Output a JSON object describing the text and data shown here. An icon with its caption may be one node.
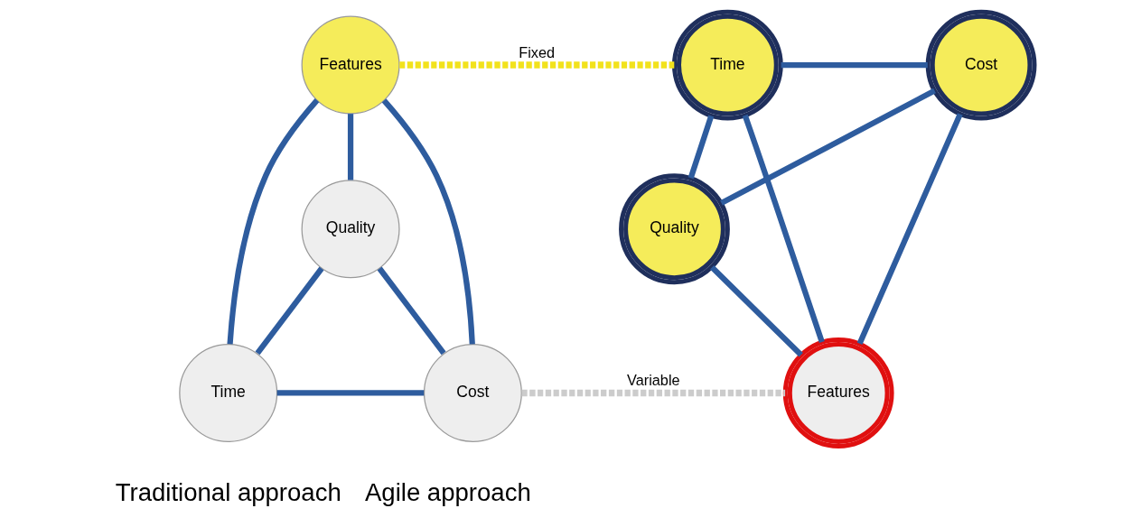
{
  "diagram": {
    "nodes": [
      {
        "text": [
          "Features"
        ]
      },
      {
        "text": [
          "Quality"
        ]
      },
      {
        "text": [
          "Time"
        ]
      },
      {
        "text": [
          "Cost"
        ]
      },
      {
        "text": [
          "Time"
        ]
      },
      {
        "text": [
          "Cost"
        ]
      },
      {
        "text": [
          "Quality"
        ]
      },
      {
        "text": [
          "Features"
        ]
      }
    ],
    "edges": [
      {
        "from": 0,
        "to": 1,
        "arrow": "none"
      },
      {
        "from": 0,
        "to": 2,
        "arrow": "none"
      },
      {
        "from": 0,
        "to": 3,
        "arrow": "none"
      },
      {
        "from": 1,
        "to": 2,
        "arrow": "none"
      },
      {
        "from": 1,
        "to": 3,
        "arrow": "none"
      },
      {
        "from": 2,
        "to": 3,
        "arrow": "none"
      },
      {
        "from": 0,
        "to": 4,
        "arrow": "none",
        "label": "Fixed",
        "style": "dashed",
        "color": "#f2e21c"
      },
      {
        "from": 3,
        "to": 7,
        "arrow": "none",
        "label": "Variable",
        "style": "dashed",
        "color": "#cccccc"
      },
      {
        "from": 4,
        "to": 5,
        "arrow": "none"
      },
      {
        "from": 4,
        "to": 6,
        "arrow": "none"
      },
      {
        "from": 4,
        "to": 7,
        "arrow": "none"
      },
      {
        "from": 6,
        "to": 5,
        "arrow": "none"
      },
      {
        "from": 6,
        "to": 7,
        "arrow": "none"
      },
      {
        "from": 5,
        "to": 7,
        "arrow": "none"
      }
    ],
    "labels": [
      "Traditional approach",
      "Agile approach"
    ]
  }
}
